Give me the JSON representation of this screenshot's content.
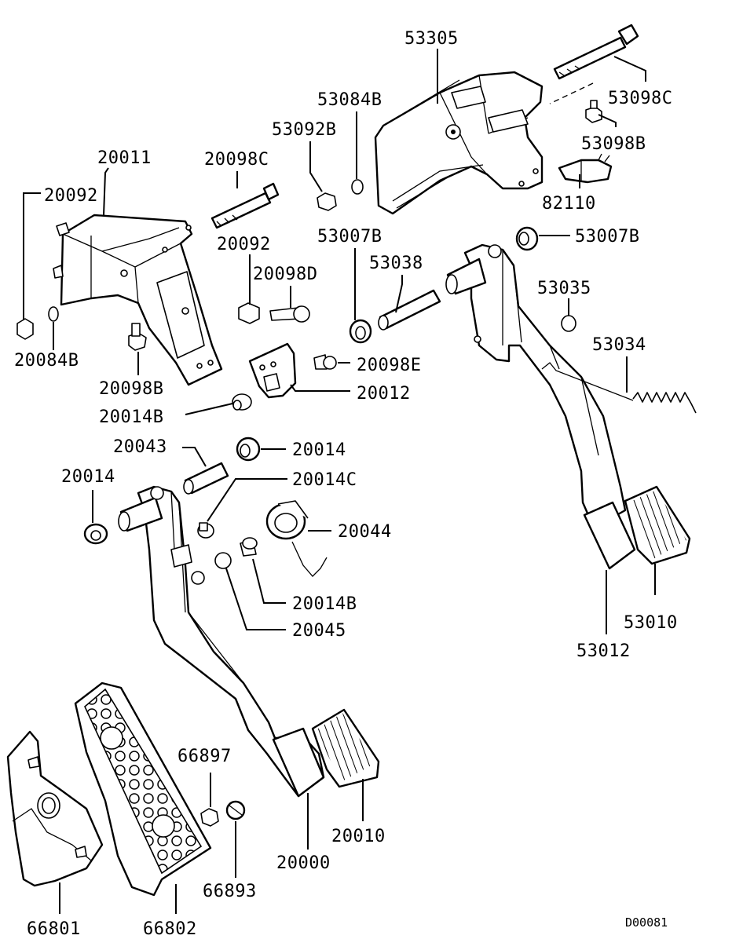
{
  "drawing_code": "D00081",
  "labels": {
    "p53305": "53305",
    "p53098C": "53098C",
    "p53084B": "53084B",
    "p53092B": "53092B",
    "p53098B": "53098B",
    "p82110": "82110",
    "p53007B_right": "53007B",
    "p53007B_left": "53007B",
    "p53038": "53038",
    "p53035": "53035",
    "p53034": "53034",
    "p53010": "53010",
    "p53012": "53012",
    "p20011": "20011",
    "p20098C": "20098C",
    "p20092_top": "20092",
    "p20092_mid": "20092",
    "p20098D": "20098D",
    "p20084B": "20084B",
    "p20098B": "20098B",
    "p20098E": "20098E",
    "p20012": "20012",
    "p20014B_top": "20014B",
    "p20043": "20043",
    "p20014_right": "20014",
    "p20014_left": "20014",
    "p20014C": "20014C",
    "p20044": "20044",
    "p20014B_bottom": "20014B",
    "p20045": "20045",
    "p66897": "66897",
    "p66893": "66893",
    "p20000": "20000",
    "p20010": "20010",
    "p66801": "66801",
    "p66802": "66802"
  }
}
